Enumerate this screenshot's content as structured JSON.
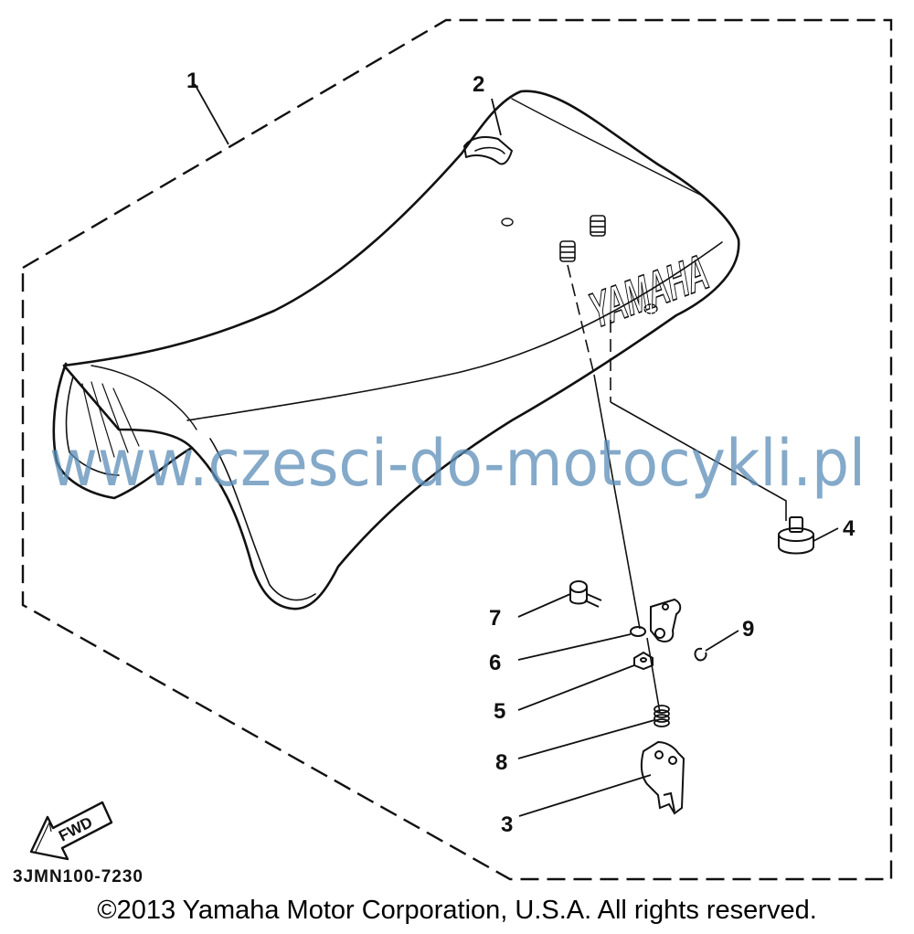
{
  "diagram": {
    "callouts": [
      {
        "id": "1",
        "label": "1"
      },
      {
        "id": "2",
        "label": "2"
      },
      {
        "id": "3",
        "label": "3"
      },
      {
        "id": "4",
        "label": "4"
      },
      {
        "id": "5",
        "label": "5"
      },
      {
        "id": "6",
        "label": "6"
      },
      {
        "id": "7",
        "label": "7"
      },
      {
        "id": "8",
        "label": "8"
      },
      {
        "id": "9",
        "label": "9"
      }
    ],
    "seat_brand": "YAMAHA",
    "direction_label": "FWD",
    "drawing_code": "3JMN100-7230"
  },
  "watermark": "www.czesci-do-motocykli.pl",
  "footer": {
    "copyright": "©2013 Yamaha Motor Corporation, U.S.A. All rights reserved."
  }
}
